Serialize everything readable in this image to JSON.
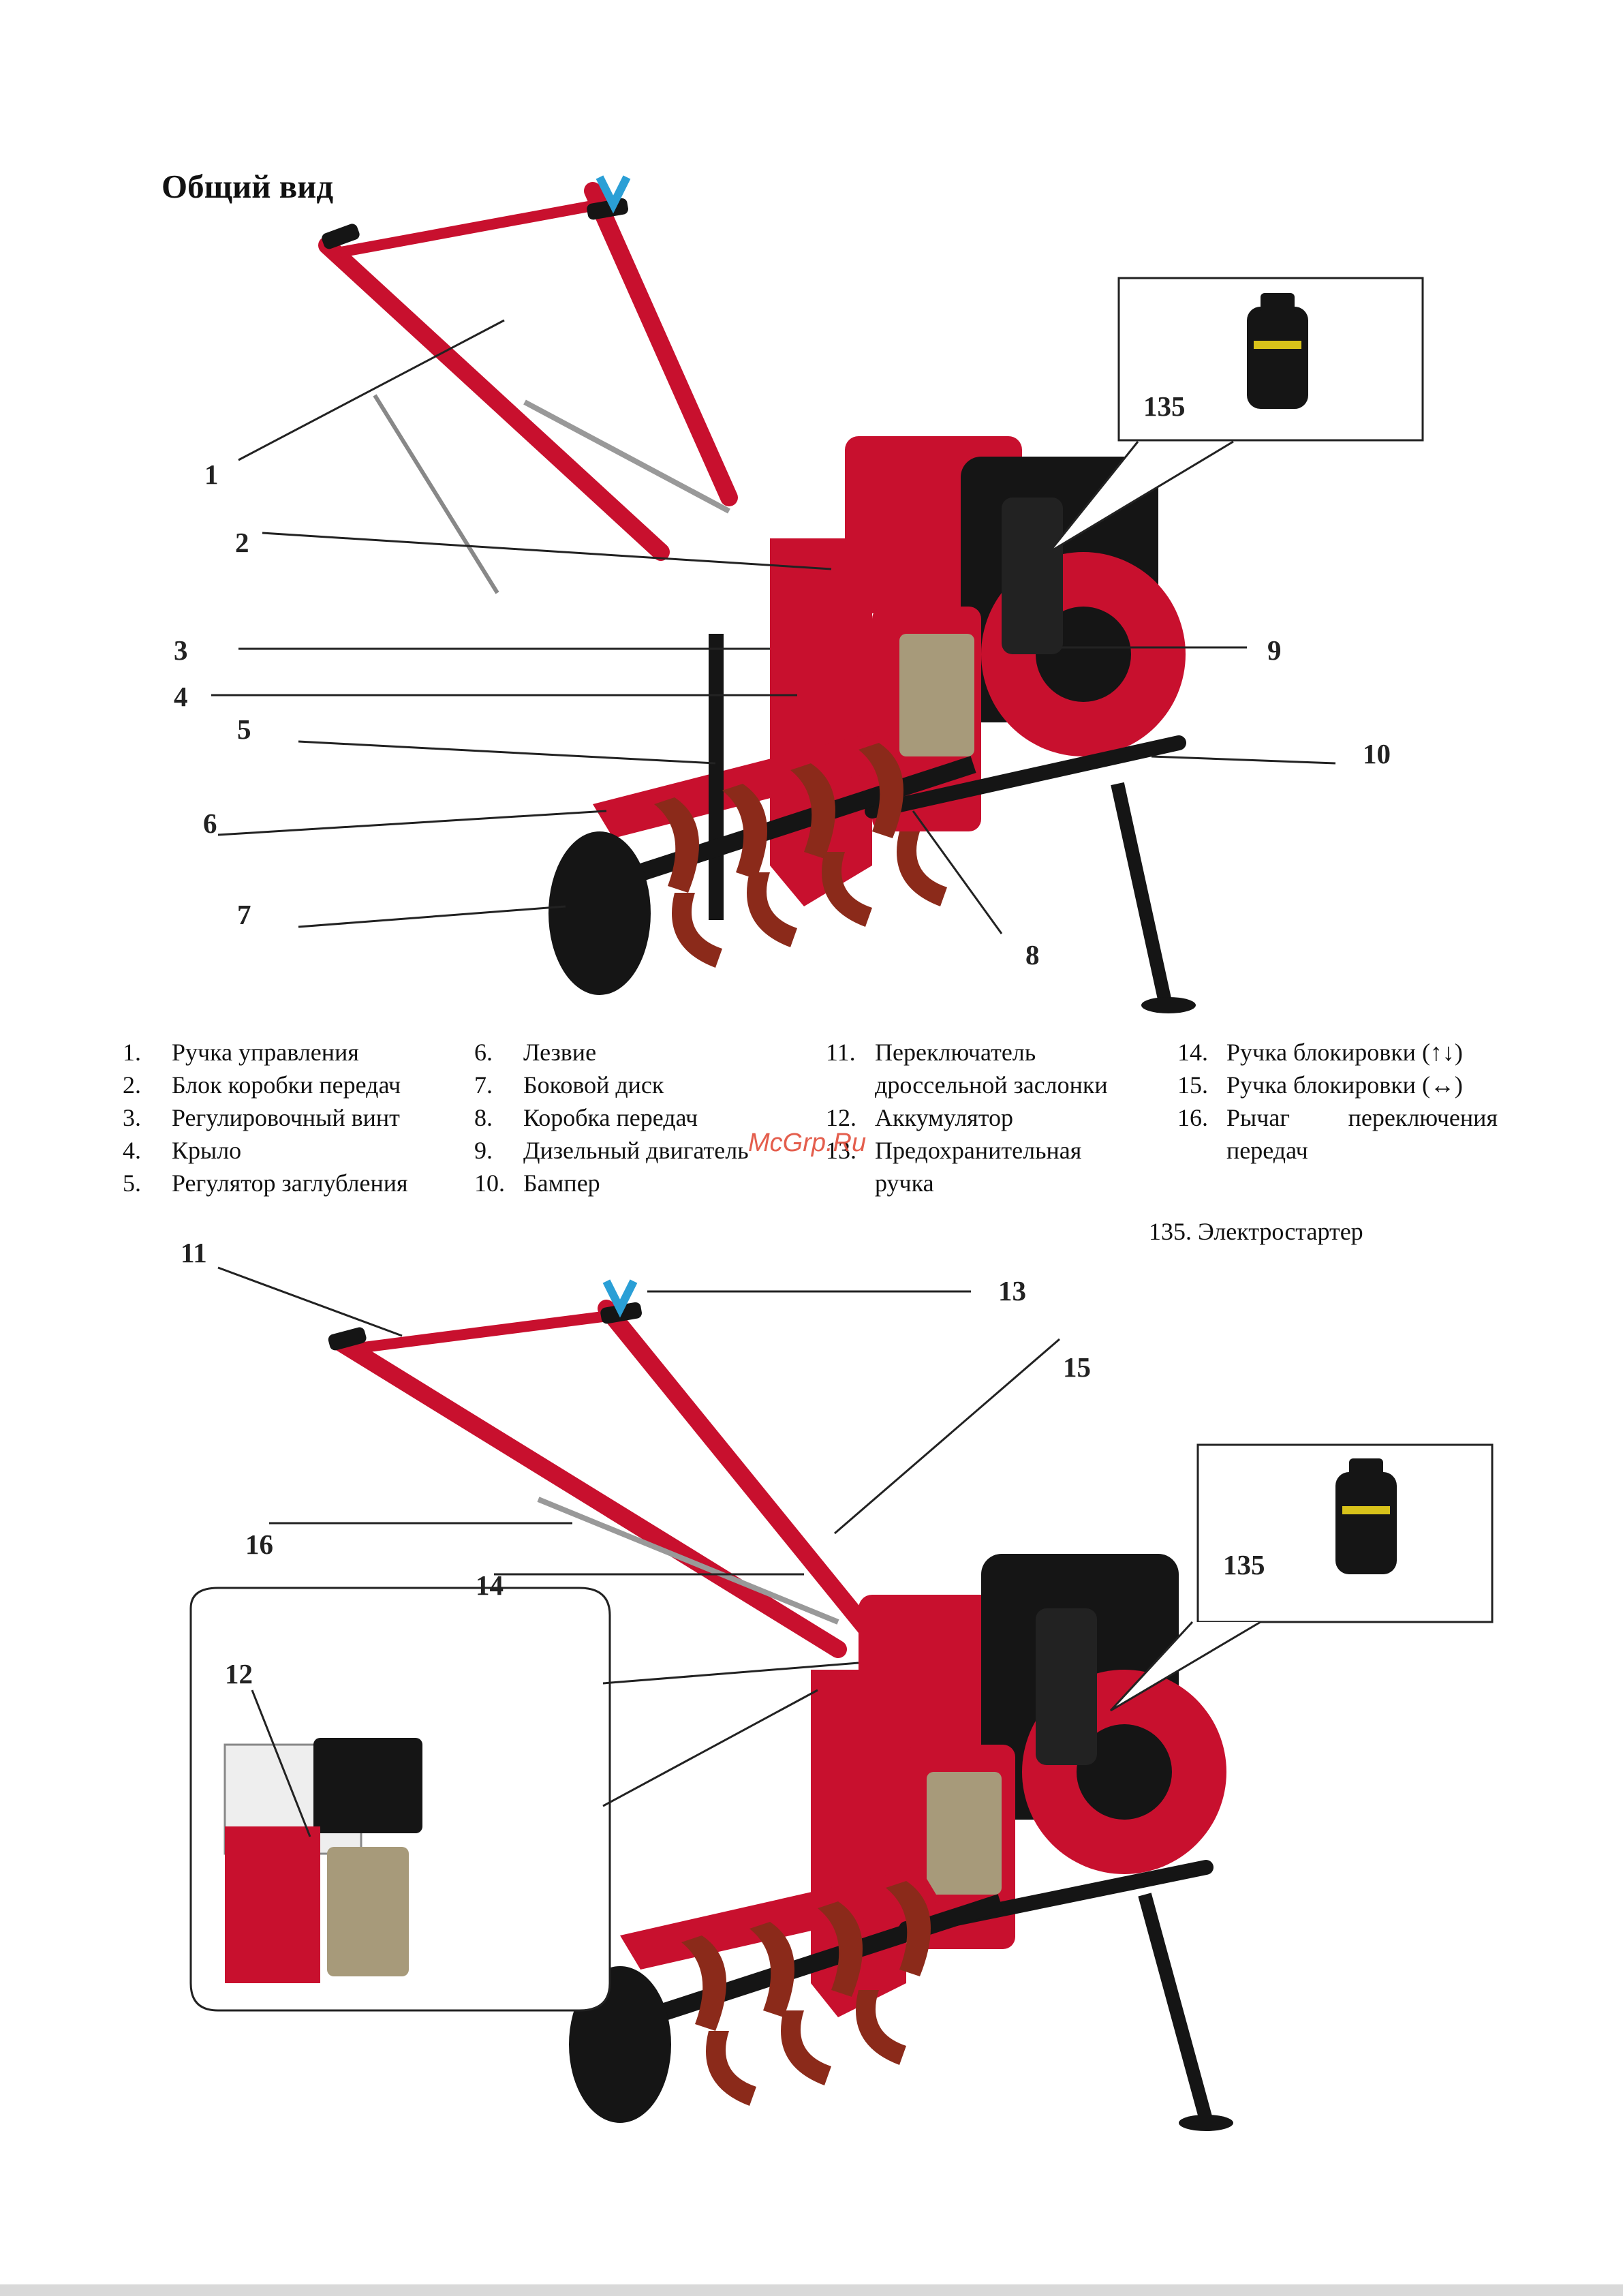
{
  "page": {
    "title": "Общий вид",
    "watermark": "McGrp.Ru",
    "starter_note": "135. Электростартер"
  },
  "figure_top": {
    "callouts": [
      "1",
      "2",
      "3",
      "4",
      "5",
      "6",
      "7",
      "8",
      "9",
      "10",
      "135"
    ]
  },
  "figure_bottom": {
    "callouts": [
      "11",
      "13",
      "15",
      "16",
      "14",
      "135",
      "12"
    ]
  },
  "legend": {
    "col1": [
      {
        "num": "1.",
        "text": "Ручка управления"
      },
      {
        "num": "2.",
        "text": "Блок коробки передач"
      },
      {
        "num": "3.",
        "text": "Регулировочный винт"
      },
      {
        "num": "4.",
        "text": "Крыло"
      },
      {
        "num": "5.",
        "text": "Регулятор заглубления"
      }
    ],
    "col2": [
      {
        "num": "6.",
        "text": "Лезвие"
      },
      {
        "num": "7.",
        "text": "Боковой диск"
      },
      {
        "num": "8.",
        "text": "Коробка передач"
      },
      {
        "num": "9.",
        "text": "Дизельный двигатель"
      },
      {
        "num": "10.",
        "text": "Бампер"
      }
    ],
    "col3": [
      {
        "num": "11.",
        "text": "Переключатель дроссельной заслонки"
      },
      {
        "num": "12.",
        "text": "Аккумулятор"
      },
      {
        "num": "13.",
        "text": "Предохранительная ручка"
      }
    ],
    "col4": [
      {
        "num": "14.",
        "text": "Ручка блокировки (↑↓)"
      },
      {
        "num": "15.",
        "text": "Ручка блокировки (↔)"
      },
      {
        "num": "16.",
        "text": "Рычаг переключения передач"
      }
    ]
  },
  "colors": {
    "body_red": "#c8102e",
    "rust": "#8b2a1a",
    "black": "#151515",
    "accent_blue": "#2a9fd6"
  }
}
